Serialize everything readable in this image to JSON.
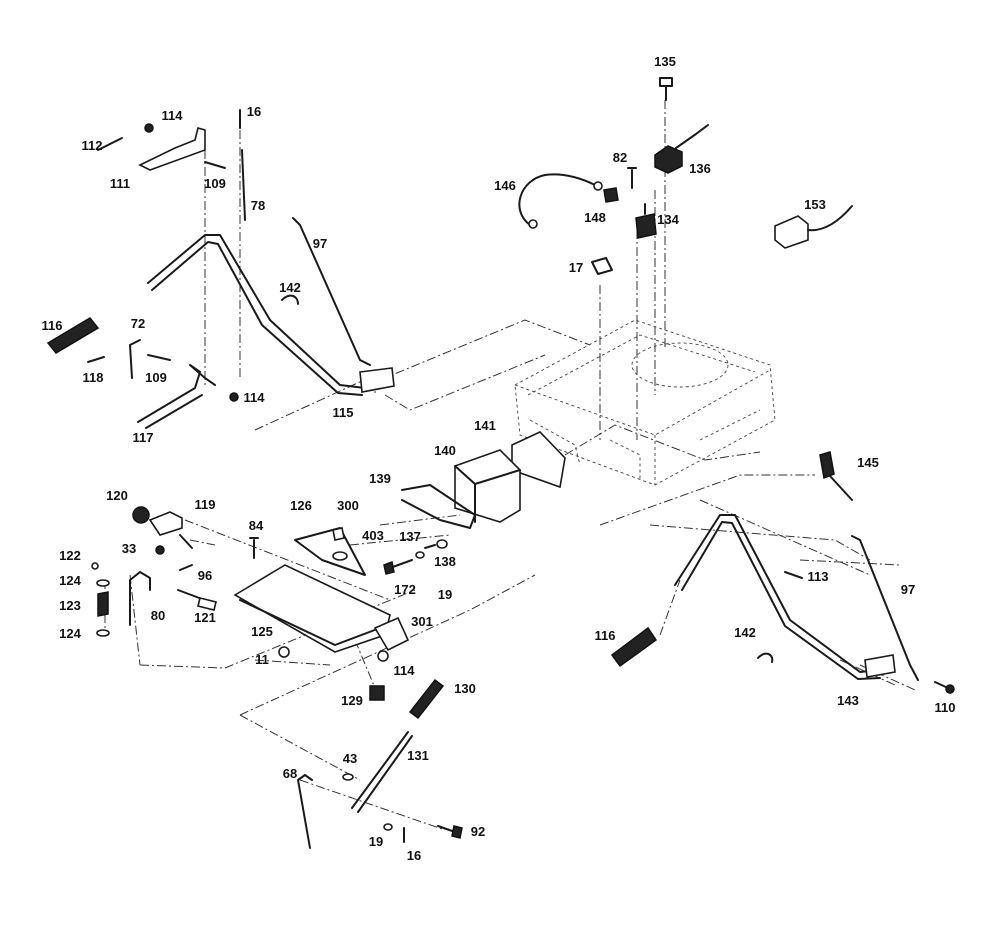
{
  "part_labels": [
    "135",
    "82",
    "136",
    "146",
    "148",
    "134",
    "153",
    "17",
    "16",
    "114",
    "112",
    "111",
    "109",
    "78",
    "97",
    "142",
    "116",
    "72",
    "118",
    "109",
    "114",
    "117",
    "115",
    "141",
    "140",
    "139",
    "145",
    "120",
    "119",
    "84",
    "126",
    "300",
    "403",
    "137",
    "138",
    "33",
    "122",
    "96",
    "124",
    "123",
    "172",
    "19",
    "121",
    "80",
    "124",
    "125",
    "301",
    "113",
    "97",
    "11",
    "114",
    "116",
    "142",
    "129",
    "130",
    "143",
    "110",
    "43",
    "131",
    "68",
    "92",
    "19",
    "16"
  ]
}
